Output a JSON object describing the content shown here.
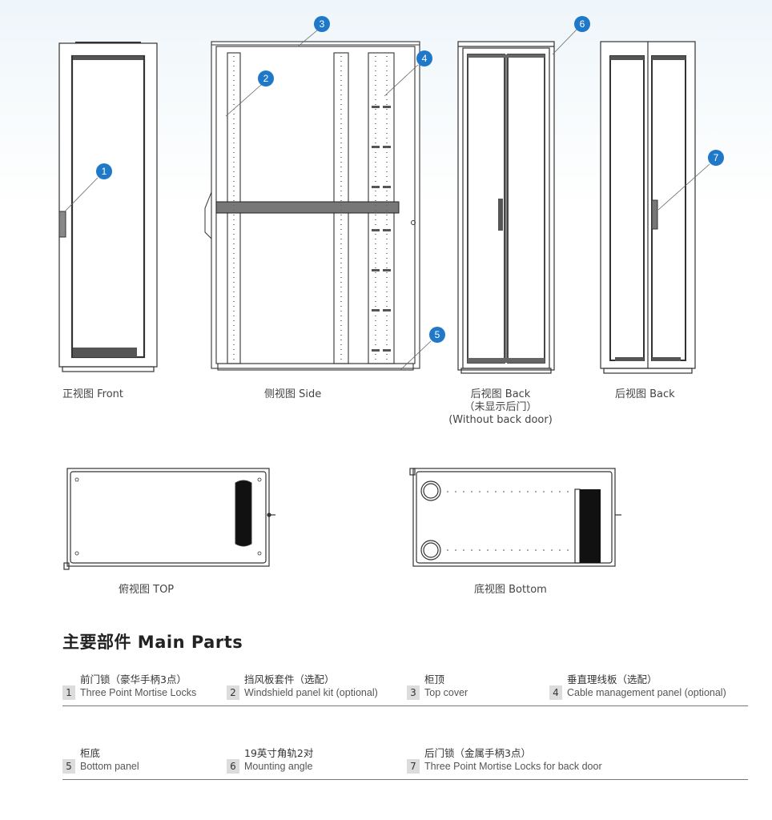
{
  "colors": {
    "callout_blue": "#1f78c8",
    "badge_gray": "#dcdcdc",
    "line_color": "#333333",
    "background_tint": "#eef5fa"
  },
  "views": [
    {
      "id": "front",
      "caption": "正视图 Front"
    },
    {
      "id": "side",
      "caption": "侧视图 Side"
    },
    {
      "id": "back-open",
      "caption_line1": "后视图 Back",
      "caption_line2": "（未显示后门）",
      "caption_line3": "(Without back door)"
    },
    {
      "id": "back",
      "caption": "后视图 Back"
    },
    {
      "id": "top",
      "caption": "俯视图 TOP"
    },
    {
      "id": "bottom",
      "caption": "底视图 Bottom"
    }
  ],
  "callouts": [
    "1",
    "2",
    "3",
    "4",
    "5",
    "6",
    "7"
  ],
  "main_parts": {
    "title": "主要部件  Main Parts",
    "items": [
      {
        "num": "1",
        "cn": "前门锁（豪华手柄3点）",
        "en": "Three Point Mortise Locks"
      },
      {
        "num": "2",
        "cn": "挡风板套件（选配）",
        "en": "Windshield panel kit (optional)"
      },
      {
        "num": "3",
        "cn": "柜顶",
        "en": "Top cover"
      },
      {
        "num": "4",
        "cn": "垂直理线板（选配）",
        "en": "Cable management panel (optional)"
      },
      {
        "num": "5",
        "cn": "柜底",
        "en": "Bottom panel"
      },
      {
        "num": "6",
        "cn": "19英寸角轨2对",
        "en": "Mounting angle"
      },
      {
        "num": "7",
        "cn": "后门锁（金属手柄3点）",
        "en": "Three Point Mortise Locks for back door"
      }
    ]
  }
}
